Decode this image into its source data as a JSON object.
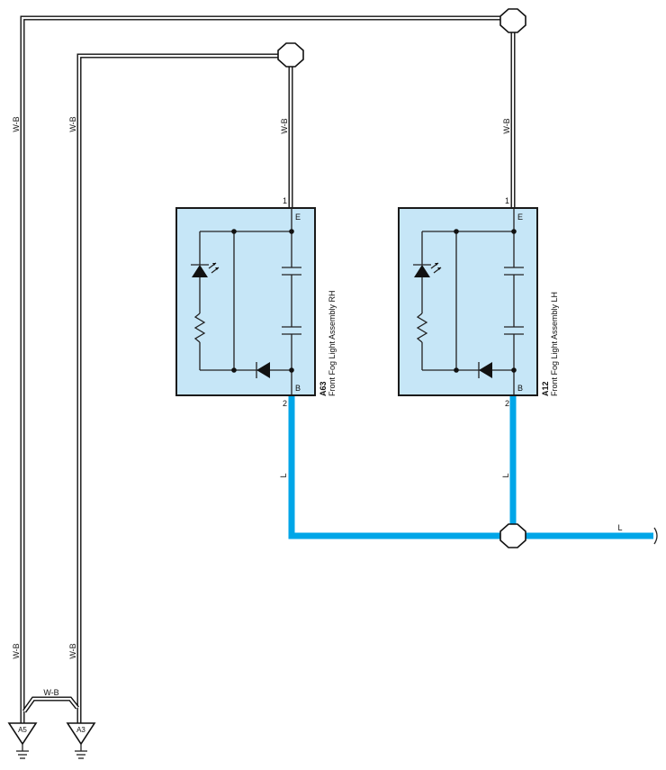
{
  "colors": {
    "wire": "#111111",
    "blue_wire": "#00a6e8",
    "component_fill": "#c6e6f7",
    "component_border": "#1a1a1a"
  },
  "wires": {
    "wb_label": "W-B",
    "l_label": "L"
  },
  "components": [
    {
      "code": "A63",
      "name": "Front Fog Light Assembly RH",
      "pin_top_number": "1",
      "pin_top_letter": "E",
      "pin_bottom_number": "2",
      "pin_bottom_letter": "B"
    },
    {
      "code": "A12",
      "name": "Front Fog Light Assembly LH",
      "pin_top_number": "1",
      "pin_top_letter": "E",
      "pin_bottom_number": "2",
      "pin_bottom_letter": "B"
    }
  ],
  "grounds": [
    {
      "label": "A5"
    },
    {
      "label": "A3"
    }
  ]
}
